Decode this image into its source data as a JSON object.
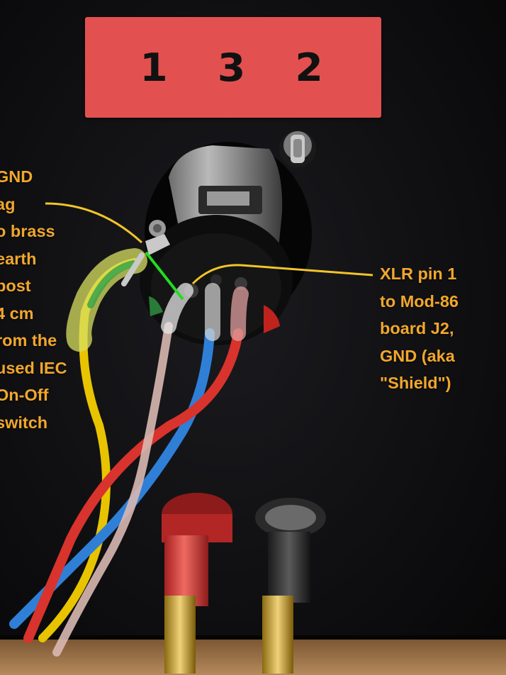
{
  "panel_label": {
    "number": "1 3 2"
  },
  "callouts": {
    "left": "GND\nag\no brass\nearth\npost\n4 cm\nrom the\nused IEC\nOn-Off\nswitch",
    "right": "XLR pin 1\nto Mod-86\nboard J2,\nGND (aka\n\"Shield\")"
  },
  "colors": {
    "panel": "#0c0c0e",
    "label_plate": "#e2514f",
    "callout_text": "#f1a72c",
    "callout_line": "#f2c528",
    "ground_line": "#22dd22",
    "wire_red": "#d8332c",
    "wire_blue": "#2f7fd6",
    "wire_clear": "#d9b8b2",
    "wire_yellow": "#e8c400"
  }
}
